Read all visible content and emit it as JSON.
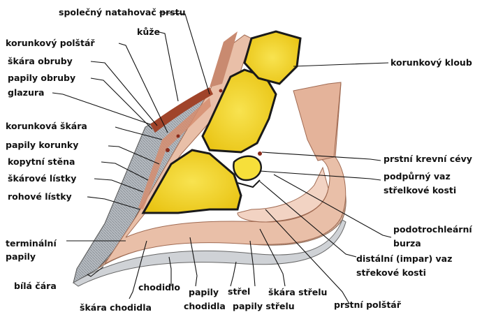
{
  "diagram": {
    "labels": {
      "spolecny_natahovac_prstu": "společný natahovač prstu",
      "kuze": "kůže",
      "korunkovy_polstar": "korunkový polštář",
      "skara_obruby": "škára obruby",
      "papily_obruby": "papily obruby",
      "glazura": "glazura",
      "korunkova_skara": "korunková škára",
      "papily_korunky": "papily korunky",
      "kopytni_stena": "kopytní stěna",
      "skarove_listky": "škárové lístky",
      "rohove_listky": "rohové lístky",
      "terminalni_1": "terminální",
      "terminalni_2": "papily",
      "bila_cara": "bílá čára",
      "chodidlo": "chodidlo",
      "skara_chodidla": "škára chodidla",
      "papily_chodidla_1": "papily",
      "papily_chodidla_2": "chodidla",
      "strel": "střel",
      "papily_strelu": "papily střelu",
      "skara_strelu": "škára střelu",
      "prstni_polstar": "prstní polštář",
      "distalni_1": "distální (impar) vaz",
      "distalni_2": "střekové kosti",
      "podotrochlearni_1": "podotrochleární",
      "podotrochlearni_2": "burza",
      "podpurny_1": "podpůrný vaz",
      "podpurny_2": "střelkové kosti",
      "prstni_krevni_cevy": "prstní krevní cévy",
      "korunkovy_kloub": "korunkový kloub"
    },
    "colors": {
      "bone": "#f5dc2a",
      "bone_outline": "#1a1a1a",
      "hoof_wall": "#9aa0a6",
      "tissue": "#e8b59b",
      "dermis": "#d98c6e",
      "skin": "#c9a48c",
      "white": "#f4f0e8"
    }
  }
}
